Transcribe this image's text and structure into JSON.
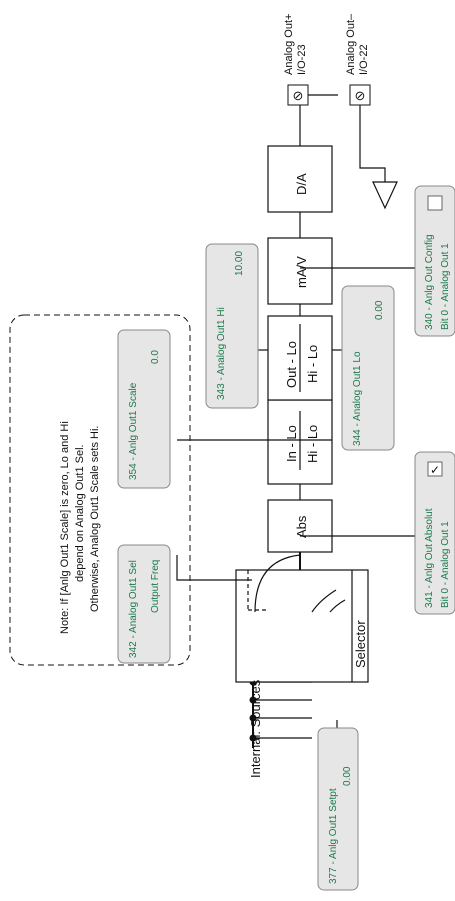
{
  "internal_sources": "Internal: Sources",
  "selector": "Selector",
  "abs": "Abs",
  "in_lo": "In - Lo",
  "hi_lo_1": "Hi - Lo",
  "out_lo": "Out - Lo",
  "hi_lo_2": "Hi - Lo",
  "mav": "mA/V",
  "da": "D/A",
  "note": {
    "line1": "Note: If [Anlg Out1 Scale] is zero, Lo and Hi",
    "line2": "depend on Analog Out1 Sel.",
    "line3": "Otherwise, Analog Out1 Scale sets Hi."
  },
  "params": {
    "p377": {
      "name": "377 - Anlg Out1 Setpt",
      "value": "0.00"
    },
    "p342": {
      "name": "342 - Analog Out1 Sel",
      "value": "Output Freq"
    },
    "p354": {
      "name": "354 - Anlg Out1 Scale",
      "value": "0.0"
    },
    "p343": {
      "name": "343 - Analog Out1 Hi",
      "value": "10.00"
    },
    "p344": {
      "name": "344 - Analog Out1 Lo",
      "value": "0.00"
    },
    "p341": {
      "name": "341 - Anlg Out Absolut",
      "value": "Bit 0 - Analog Out 1"
    },
    "p340": {
      "name": "340 - Anlg Out Config",
      "value": "Bit 0 - Analog Out 1"
    }
  },
  "terminals": {
    "plus": {
      "name": "Analog Out+",
      "io": "I/O-23"
    },
    "minus": {
      "name": "Analog Out–",
      "io": "I/O-22"
    }
  }
}
